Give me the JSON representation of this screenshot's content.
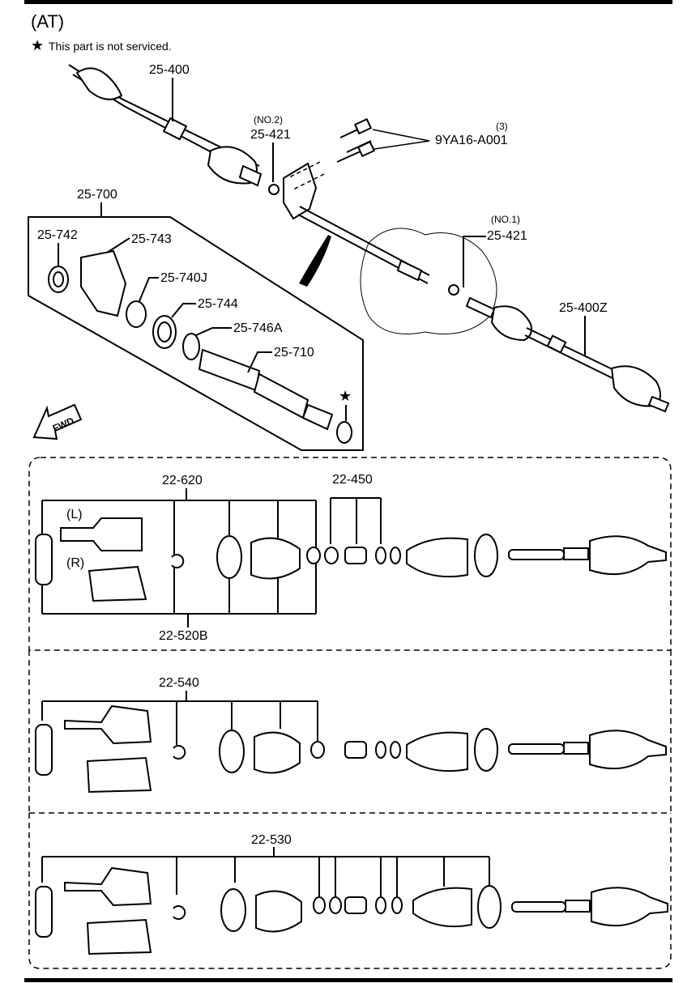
{
  "header": {
    "variant": "(AT)",
    "note_symbol": "★",
    "note_text": "This part is not serviced."
  },
  "labels": {
    "shaft_left": "25-400",
    "shaft_right": "25-400Z",
    "clip_no2_tag": "(NO.2)",
    "clip_no2": "25-421",
    "clip_no1_tag": "(NO.1)",
    "clip_no1": "25-421",
    "bolt_qty": "(3)",
    "bolt": "9YA16-A001",
    "joint_shaft_assy": "25-700",
    "seal": "25-742",
    "bracket": "25-743",
    "bearing": "25-740J",
    "seal_2": "25-744",
    "snap_ring": "25-746A",
    "joint_shaft": "25-710",
    "fwd": "FWD",
    "star": "★"
  },
  "panels": {
    "boot_kit_top": "22-620",
    "clamp_kit": "22-450",
    "boot_kit_bottom": "22-520B",
    "boot_kit_mid": "22-540",
    "boot_kit_lower": "22-530",
    "left_side": "(L)",
    "right_side": "(R)"
  },
  "colors": {
    "line": "#000000",
    "background": "#ffffff"
  }
}
